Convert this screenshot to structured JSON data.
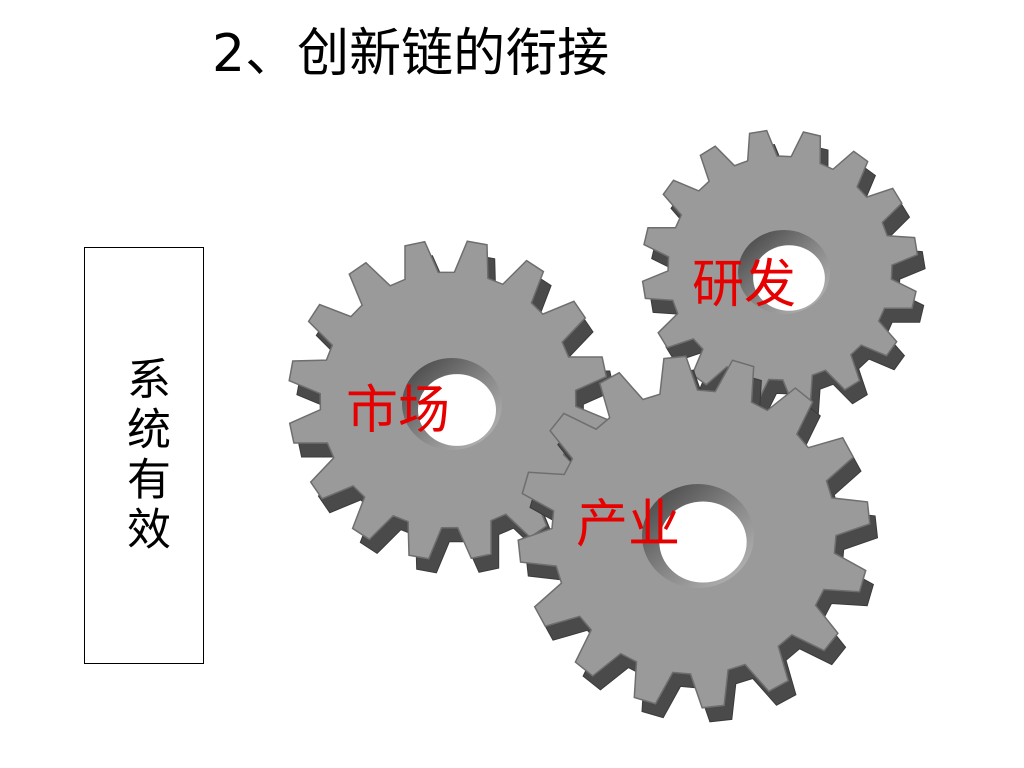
{
  "title": "2、创新链的衔接",
  "side_label": "系统有效",
  "gears": [
    {
      "id": "research",
      "label": "研发"
    },
    {
      "id": "market",
      "label": "市场"
    },
    {
      "id": "industry",
      "label": "产业"
    }
  ],
  "colors": {
    "gear_top": "#9a9a9a",
    "gear_side": "#4a4a4a",
    "gear_edge": "#6e6e6e",
    "label": "#e60000"
  }
}
